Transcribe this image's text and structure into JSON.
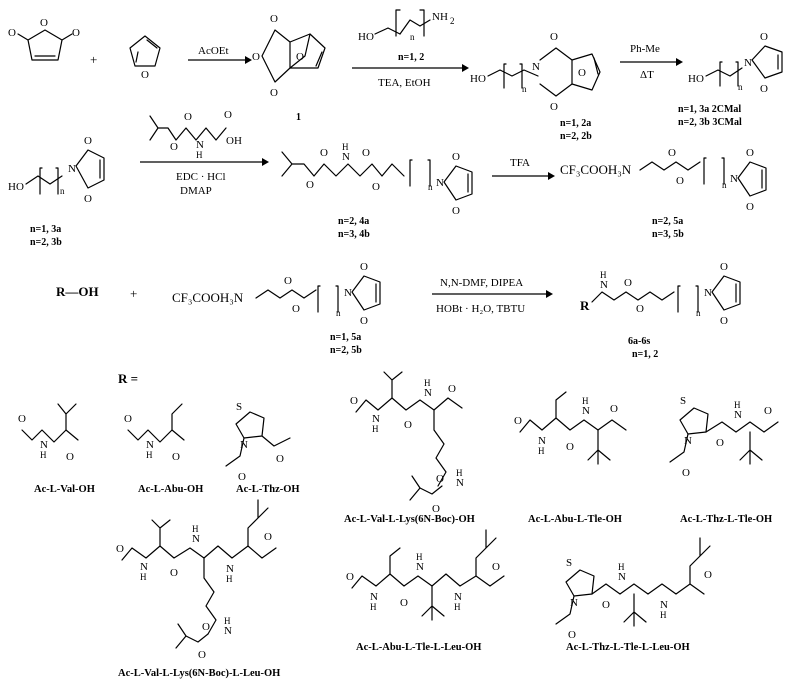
{
  "row1": {
    "plus": "+",
    "arrow1_reagent": "AcOEt",
    "compound1_label": "1",
    "amine_n": "n=1, 2",
    "arrow2_reagent": "TEA, EtOH",
    "c2a": "n=1, 2a",
    "c2b": "n=2, 2b",
    "arrow3_solvent": "Ph-Me",
    "arrow3_heat": "ΔT",
    "c3a": "n=1, 3a 2CMal",
    "c3b": "n=2, 3b 3CMal"
  },
  "row2": {
    "start_a": "n=1, 3a",
    "start_b": "n=2, 3b",
    "reagent1": "EDC · HCl",
    "reagent2": "DMAP",
    "c4a": "n=2, 4a",
    "c4b": "n=3, 4b",
    "arrow_tfa": "TFA",
    "salt_formula": "CF₃COOH₃N",
    "c5a": "n=2, 5a",
    "c5b": "n=3, 5b"
  },
  "row3": {
    "r_oh": "R—OH",
    "plus": "+",
    "salt_formula": "CF₃COOH₃N",
    "c5a": "n=1, 5a",
    "c5b": "n=2, 5b",
    "reagent_top": "N,N-DMF, DIPEA",
    "reagent_bottom": "HOBt · H₂O, TBTU",
    "product_label": "6a-6s",
    "product_n": "n=1, 2",
    "r_equals": "R ="
  },
  "captions": [
    "Ac-L-Val-OH",
    "Ac-L-Abu-OH",
    "Ac-L-Thz-OH",
    "Ac-L-Val-L-Lys(6N-Boc)-OH",
    "Ac-L-Abu-L-Tle-OH",
    "Ac-L-Thz-L-Tle-OH",
    "Ac-L-Val-L-Lys(6N-Boc)-L-Leu-OH",
    "Ac-L-Abu-L-Tle-L-Leu-OH",
    "Ac-L-Thz-L-Tle-L-Leu-OH"
  ]
}
